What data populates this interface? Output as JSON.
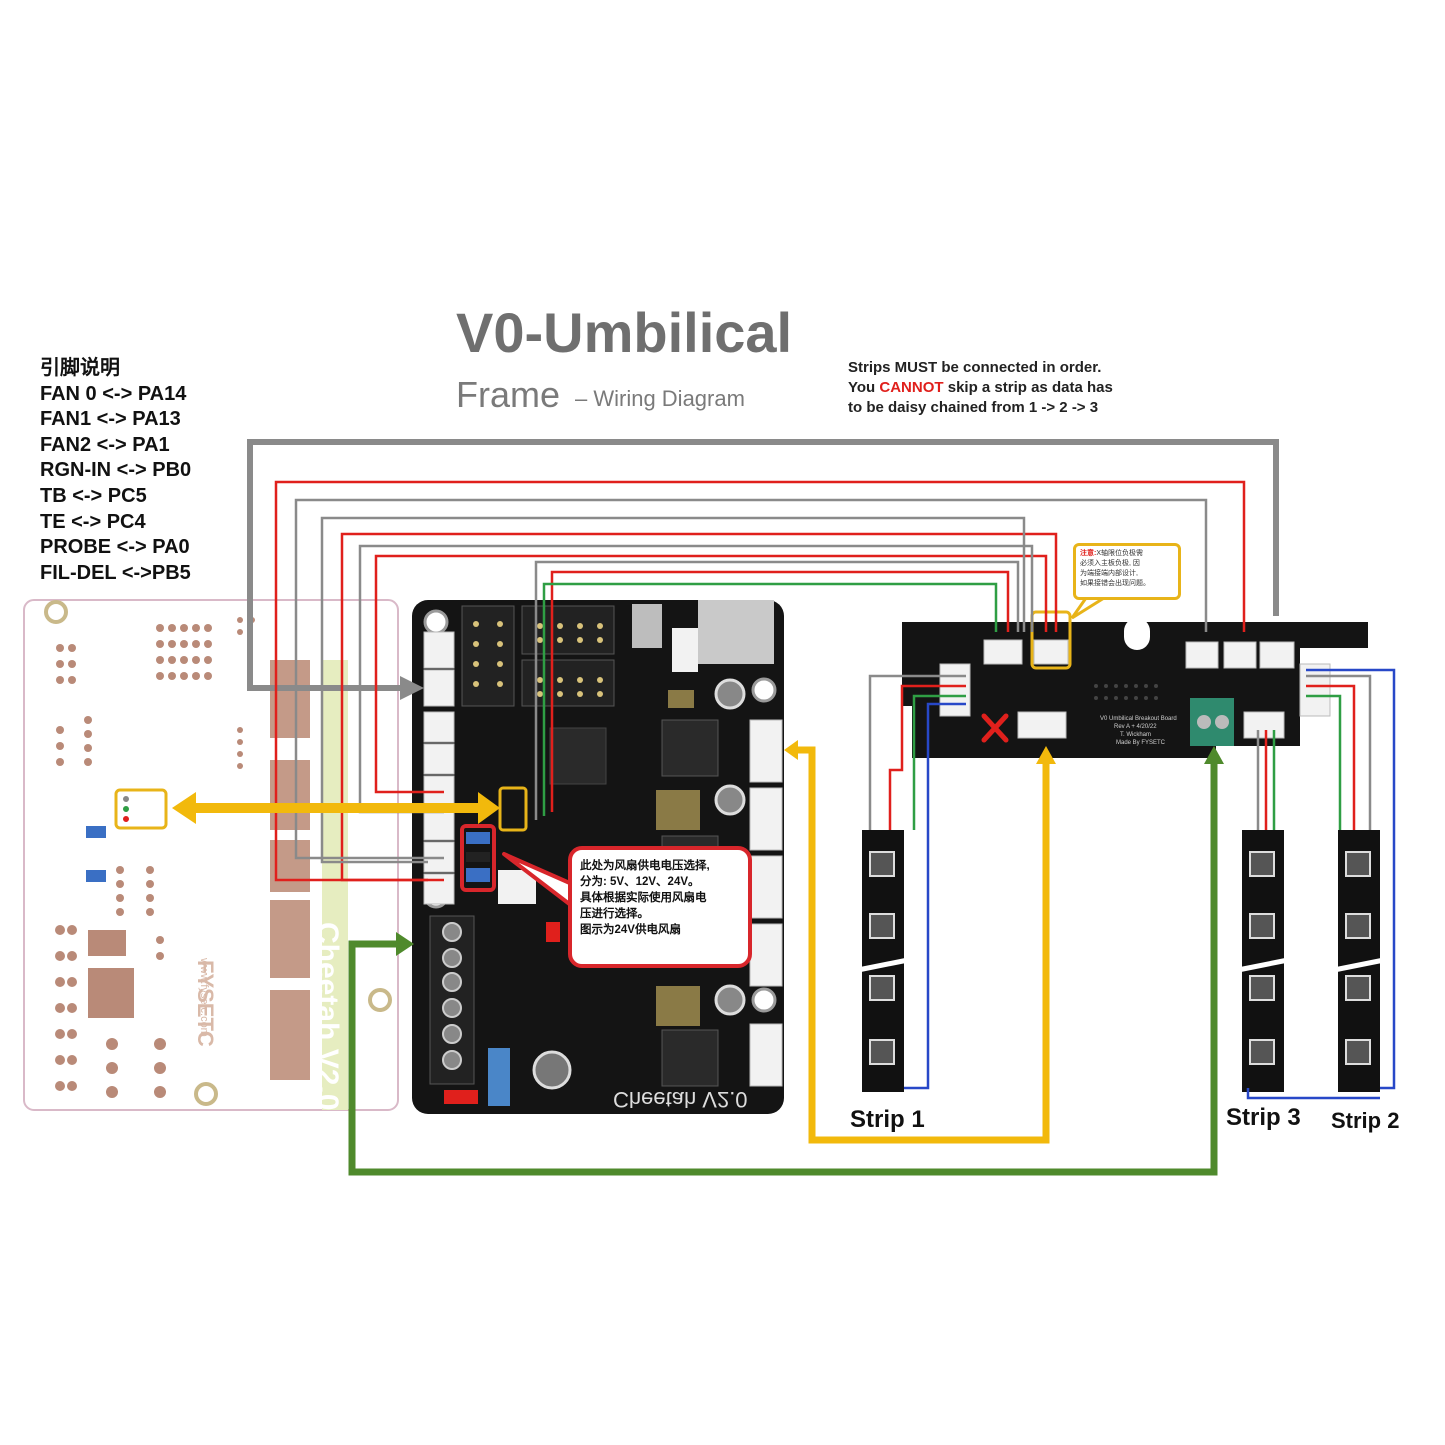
{
  "title": {
    "main": "V0-Umbilical",
    "frame": "Frame",
    "subtitle": "– Wiring Diagram"
  },
  "note": {
    "line1": "Strips MUST be connected in order.",
    "line2_pre": "You ",
    "line2_red": "CANNOT",
    "line2_post": " skip a strip as data has",
    "line3": "to be daisy chained from 1 -> 2 -> 3"
  },
  "pin_legend": {
    "heading": "引脚说明",
    "rows": [
      "FAN 0 <-> PA14",
      "FAN1 <-> PA13",
      "FAN2 <-> PA1",
      "RGN-IN <-> PB0",
      "TB <-> PC5",
      "TE <-> PC4",
      "PROBE <-> PA0",
      "FIL-DEL <->PB5"
    ]
  },
  "fan_voltage_callout": {
    "lines": [
      "此处为风扇供电电压选择,",
      "分为: 5V、12V、24V。",
      "具体根据实际使用风扇电",
      "压进行选择。",
      "图示为24V供电风扇"
    ]
  },
  "breakout_callout": {
    "label": "注意:",
    "lines": [
      "X轴限位负极需",
      "必须入主板负极, 因",
      "为端接端内部设计,",
      "如果接错会出现问题。"
    ]
  },
  "boards": {
    "cheetah_silkscreen": "Cheetah V2.0",
    "cheetah_ghost": "Cheetah V2.0",
    "fysetc_logo": "FYSETC",
    "fysetc_url": "www.fysetc.com",
    "breakout_title": "V0 Umbilical Breakout Board",
    "breakout_rev": "Rev A + 4/20/22",
    "breakout_author": "T. Wickham",
    "breakout_maker": "Made By FYSETC"
  },
  "strips": [
    {
      "label": "Strip 1"
    },
    {
      "label": "Strip 3"
    },
    {
      "label": "Strip 2"
    }
  ],
  "colors": {
    "wire_gray": "#8a8a8a",
    "wire_red": "#e0201c",
    "wire_green": "#2f9e44",
    "wire_blue": "#2848c8",
    "wire_yellow": "#f2b90c",
    "wire_olive": "#4f8a2c",
    "board_black": "#141414",
    "ghost_board_outline": "#d9b9c8",
    "copper": "#b98a78"
  }
}
